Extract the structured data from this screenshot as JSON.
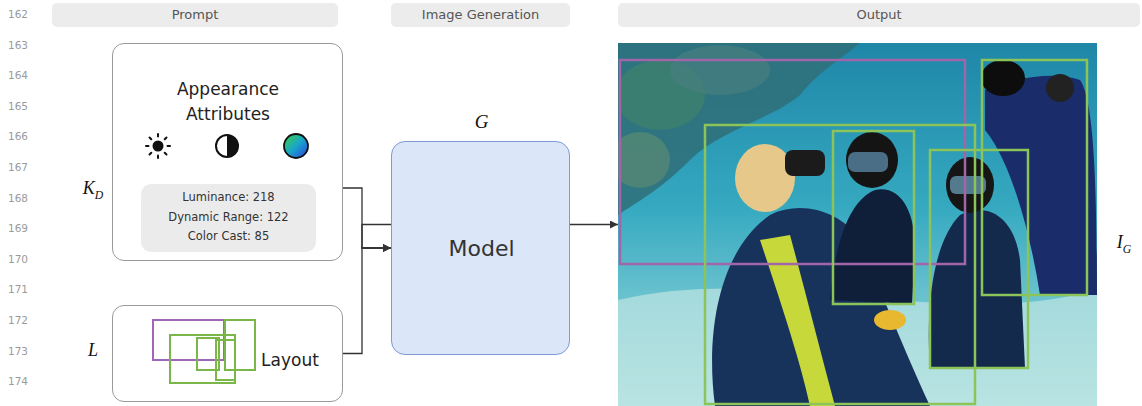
{
  "diagram": {
    "nodes": [
      {
        "text": [
          "Prompt"
        ]
      },
      {
        "text": [
          "Image Generation"
        ]
      },
      {
        "text": [
          "Output"
        ]
      },
      {
        "text": [
          "KD",
          "Appearance Attributes"
        ]
      },
      {
        "text": [
          "Luminance: 218",
          "Dynamic Range: 122",
          "Color Cast: 85"
        ],
        "in": 3
      },
      {
        "text": [
          "L",
          "Layout"
        ]
      },
      {
        "text": [
          "G",
          "Model"
        ]
      },
      {
        "text": [
          "IG"
        ]
      }
    ],
    "edges": [
      {
        "from": 3,
        "to": 6,
        "arrow": "to"
      },
      {
        "from": 5,
        "to": 6,
        "arrow": "to"
      },
      {
        "from": 6,
        "to": 7,
        "arrow": "to"
      }
    ],
    "labels": [
      "162",
      "163",
      "164",
      "165",
      "166",
      "167",
      "168",
      "169",
      "170",
      "171",
      "172",
      "173",
      "174"
    ]
  }
}
